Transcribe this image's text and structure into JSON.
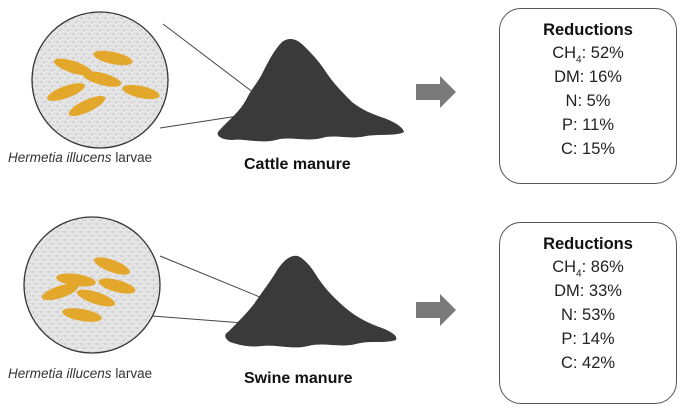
{
  "panels": [
    {
      "larvae_label": {
        "genus": "Hermetia illucens",
        "rest": "larvae"
      },
      "manure_label": "Cattle manure",
      "reductions": {
        "title": "Reductions",
        "rows": [
          {
            "label": "CH",
            "sub": "4",
            "value": ": 52%"
          },
          {
            "label": "DM",
            "sub": "",
            "value": ": 16%"
          },
          {
            "label": "N",
            "sub": "",
            "value": ": 5%"
          },
          {
            "label": "P",
            "sub": "",
            "value": ": 11%"
          },
          {
            "label": "C",
            "sub": "",
            "value": ": 15%"
          }
        ]
      }
    },
    {
      "larvae_label": {
        "genus": "Hermetia illucens",
        "rest": "larvae"
      },
      "manure_label": "Swine manure",
      "reductions": {
        "title": "Reductions",
        "rows": [
          {
            "label": "CH",
            "sub": "4",
            "value": ": 86%"
          },
          {
            "label": "DM",
            "sub": "",
            "value": ": 33%"
          },
          {
            "label": "N",
            "sub": "",
            "value": ": 53%"
          },
          {
            "label": "P",
            "sub": "",
            "value": ": 14%"
          },
          {
            "label": "C",
            "sub": "",
            "value": ": 42%"
          }
        ]
      }
    }
  ],
  "colors": {
    "larvae": "#e3a72b",
    "manure": "#3a3a3a",
    "arrow": "#7a7a7a",
    "circle_fill": "#e2e2e2"
  }
}
